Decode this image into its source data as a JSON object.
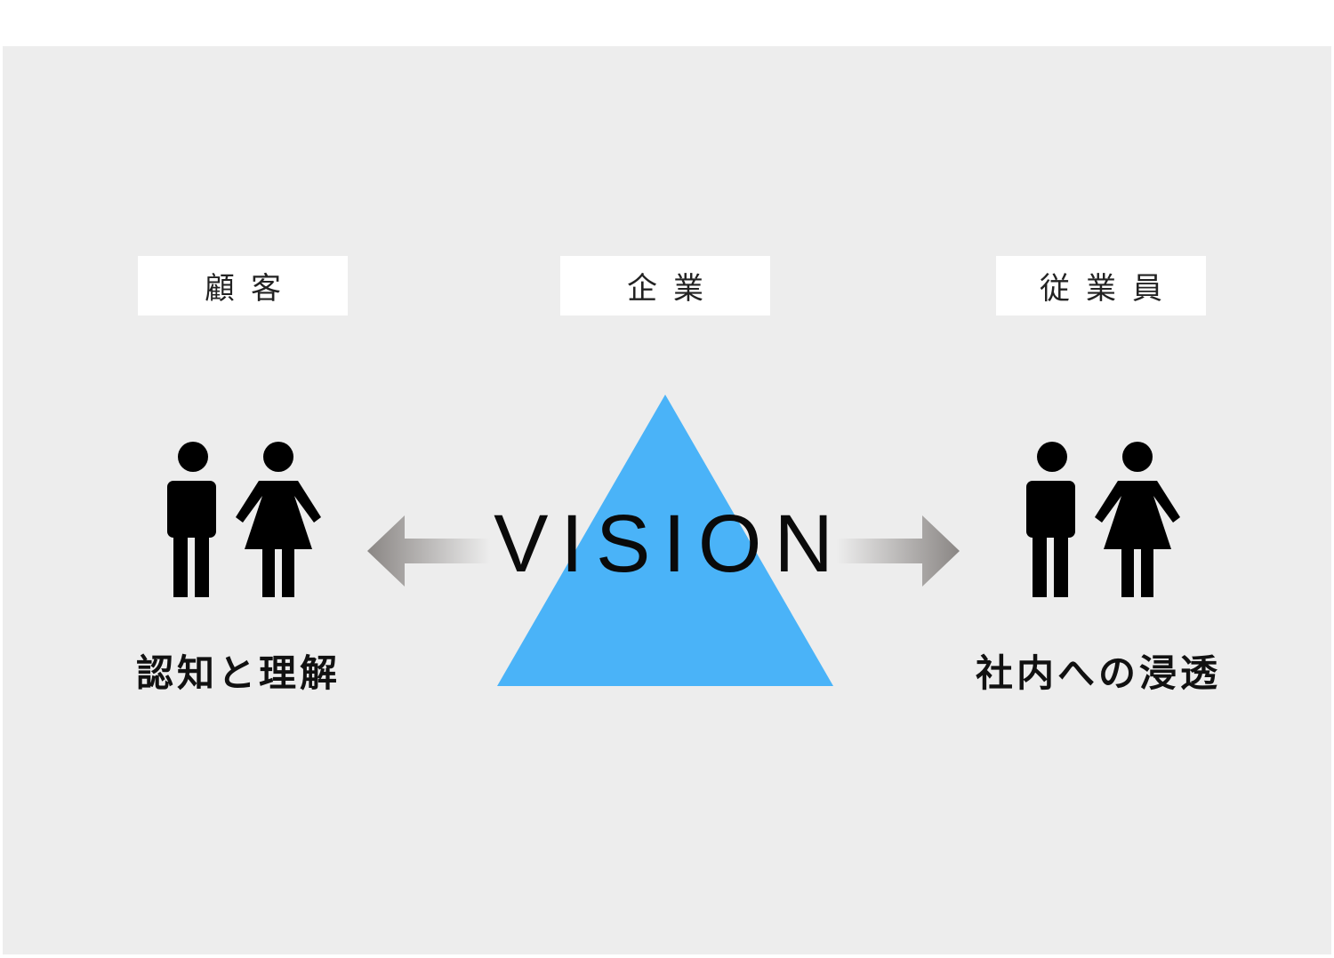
{
  "labels": {
    "customers": "顧客",
    "company": "企業",
    "employees": "従業員"
  },
  "captions": {
    "left": "認知と理解",
    "right": "社内への浸透"
  },
  "center": {
    "word": "VISION"
  },
  "colors": {
    "background": "#ededed",
    "triangle": "#4ab3f8",
    "figure": "#000000",
    "arrow_dark": "#8a8684",
    "arrow_light": "#ededed"
  },
  "icons": {
    "left_people": "man-woman-icon",
    "right_people": "man-woman-icon",
    "left_arrow": "arrow-left-icon",
    "right_arrow": "arrow-right-icon"
  }
}
